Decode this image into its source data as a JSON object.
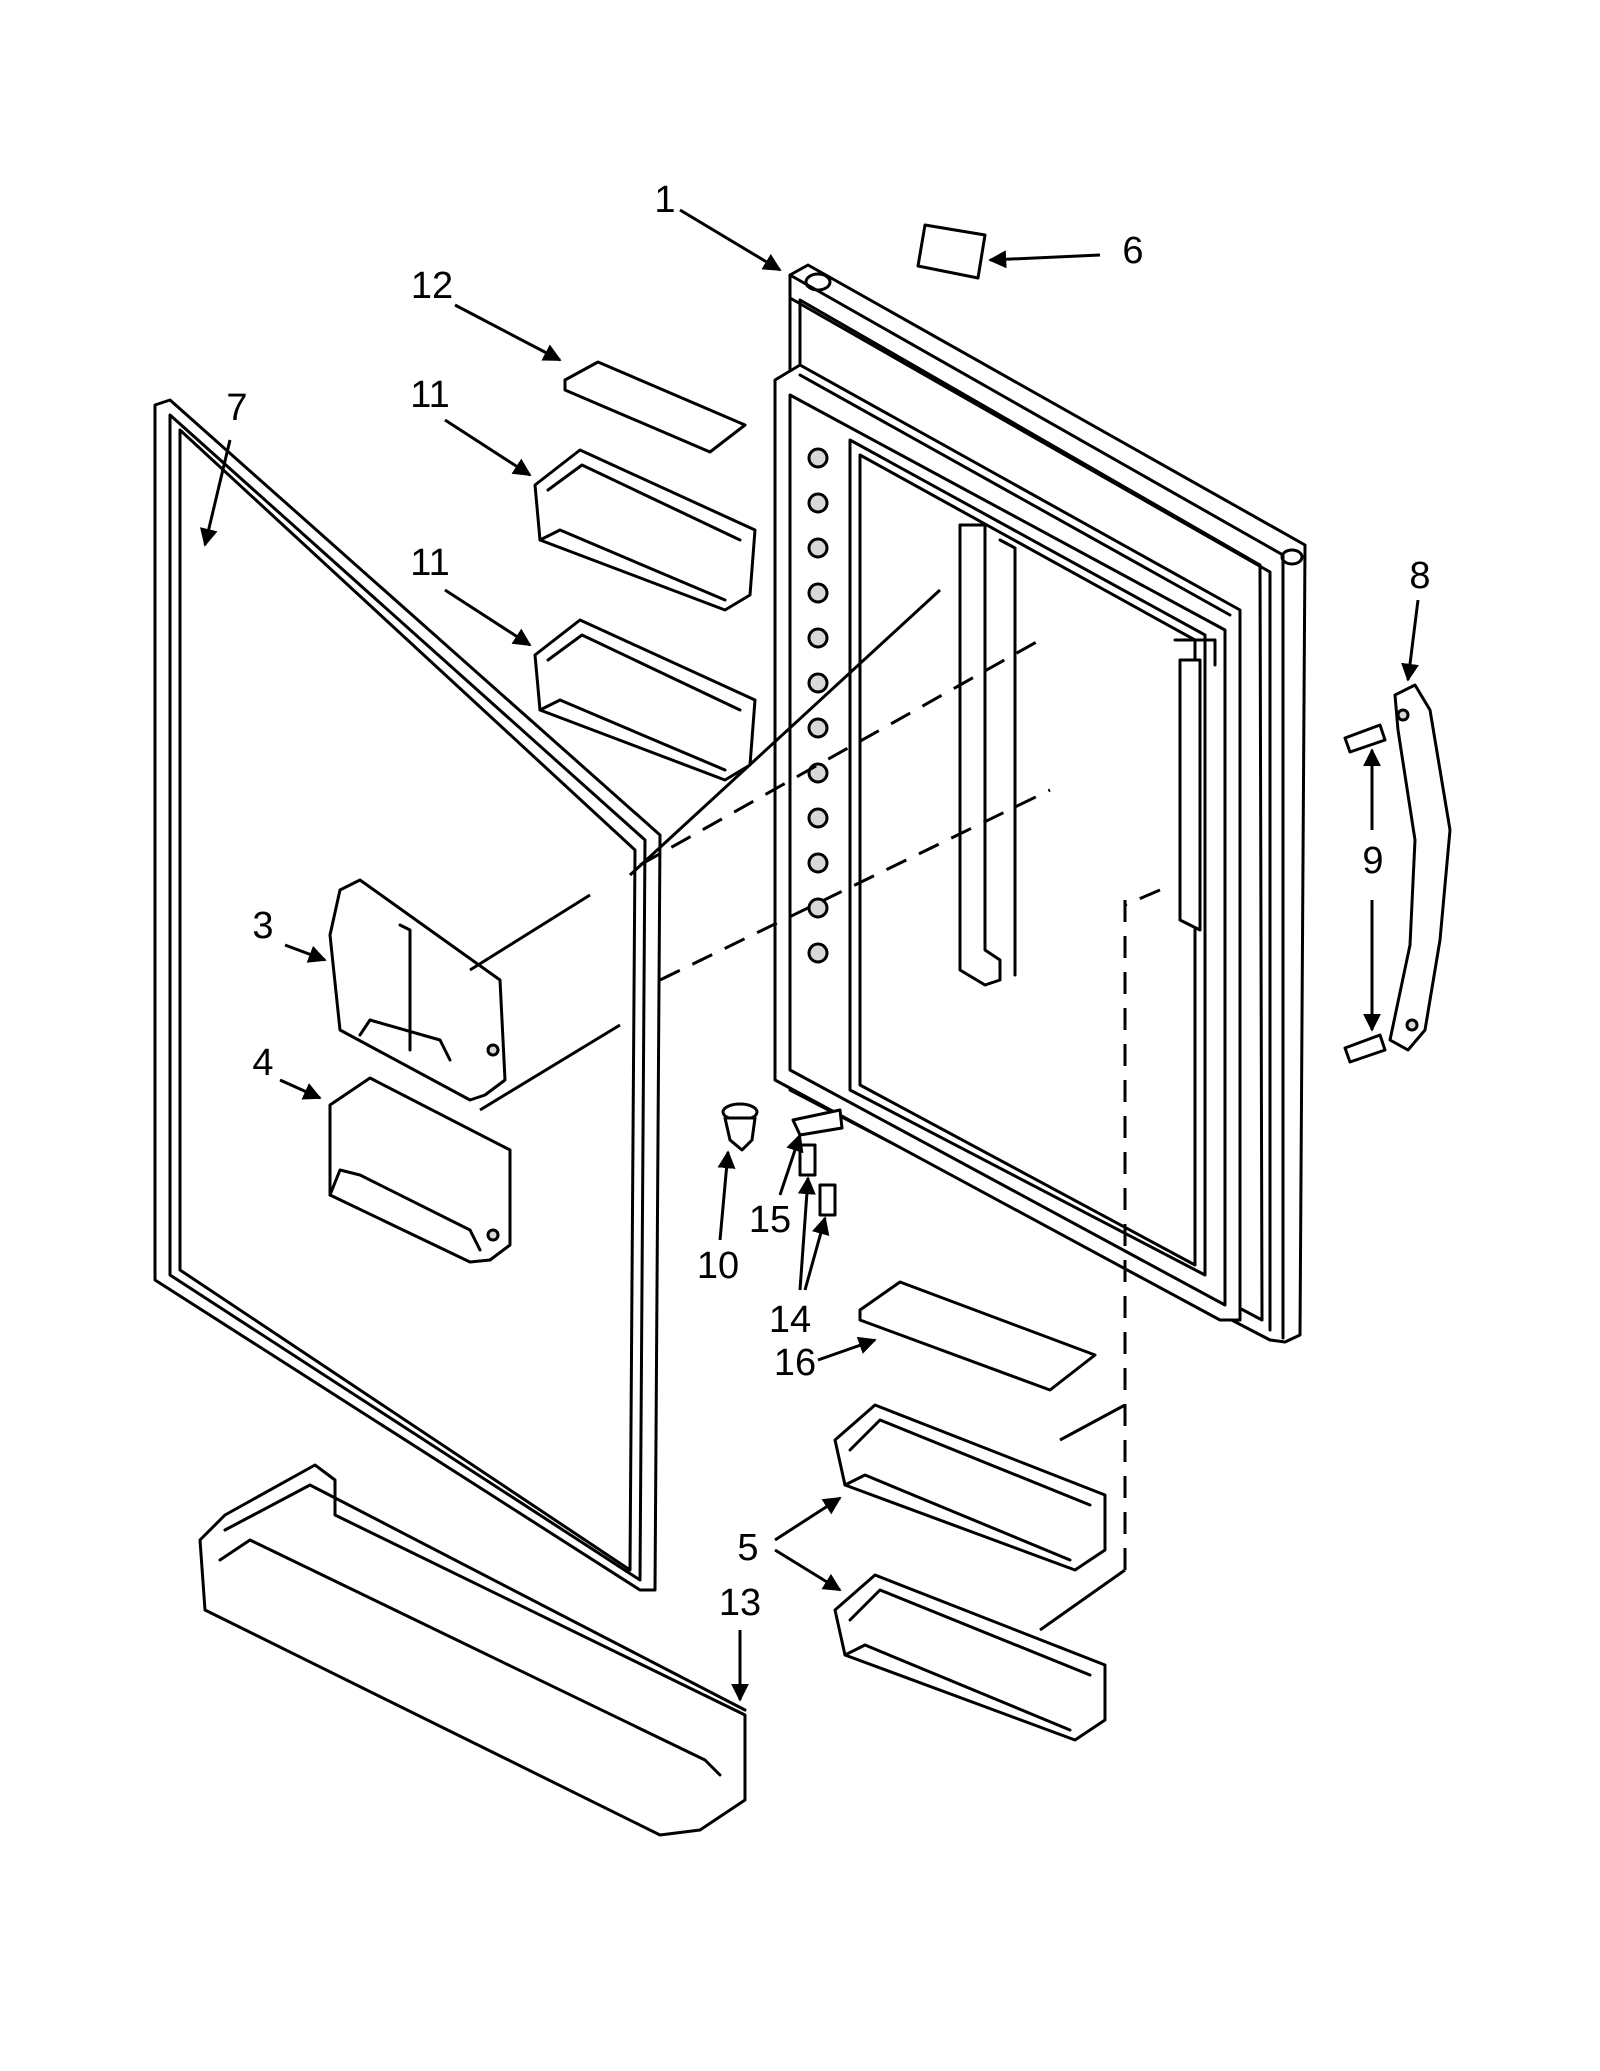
{
  "callouts": [
    {
      "id": "1",
      "text": "1"
    },
    {
      "id": "3",
      "text": "3"
    },
    {
      "id": "4",
      "text": "4"
    },
    {
      "id": "5",
      "text": "5"
    },
    {
      "id": "6",
      "text": "6"
    },
    {
      "id": "7",
      "text": "7"
    },
    {
      "id": "8",
      "text": "8"
    },
    {
      "id": "9",
      "text": "9"
    },
    {
      "id": "10",
      "text": "10"
    },
    {
      "id": "11a",
      "text": "11"
    },
    {
      "id": "11b",
      "text": "11"
    },
    {
      "id": "12",
      "text": "12"
    },
    {
      "id": "13",
      "text": "13"
    },
    {
      "id": "14",
      "text": "14"
    },
    {
      "id": "15",
      "text": "15"
    },
    {
      "id": "16",
      "text": "16"
    }
  ]
}
